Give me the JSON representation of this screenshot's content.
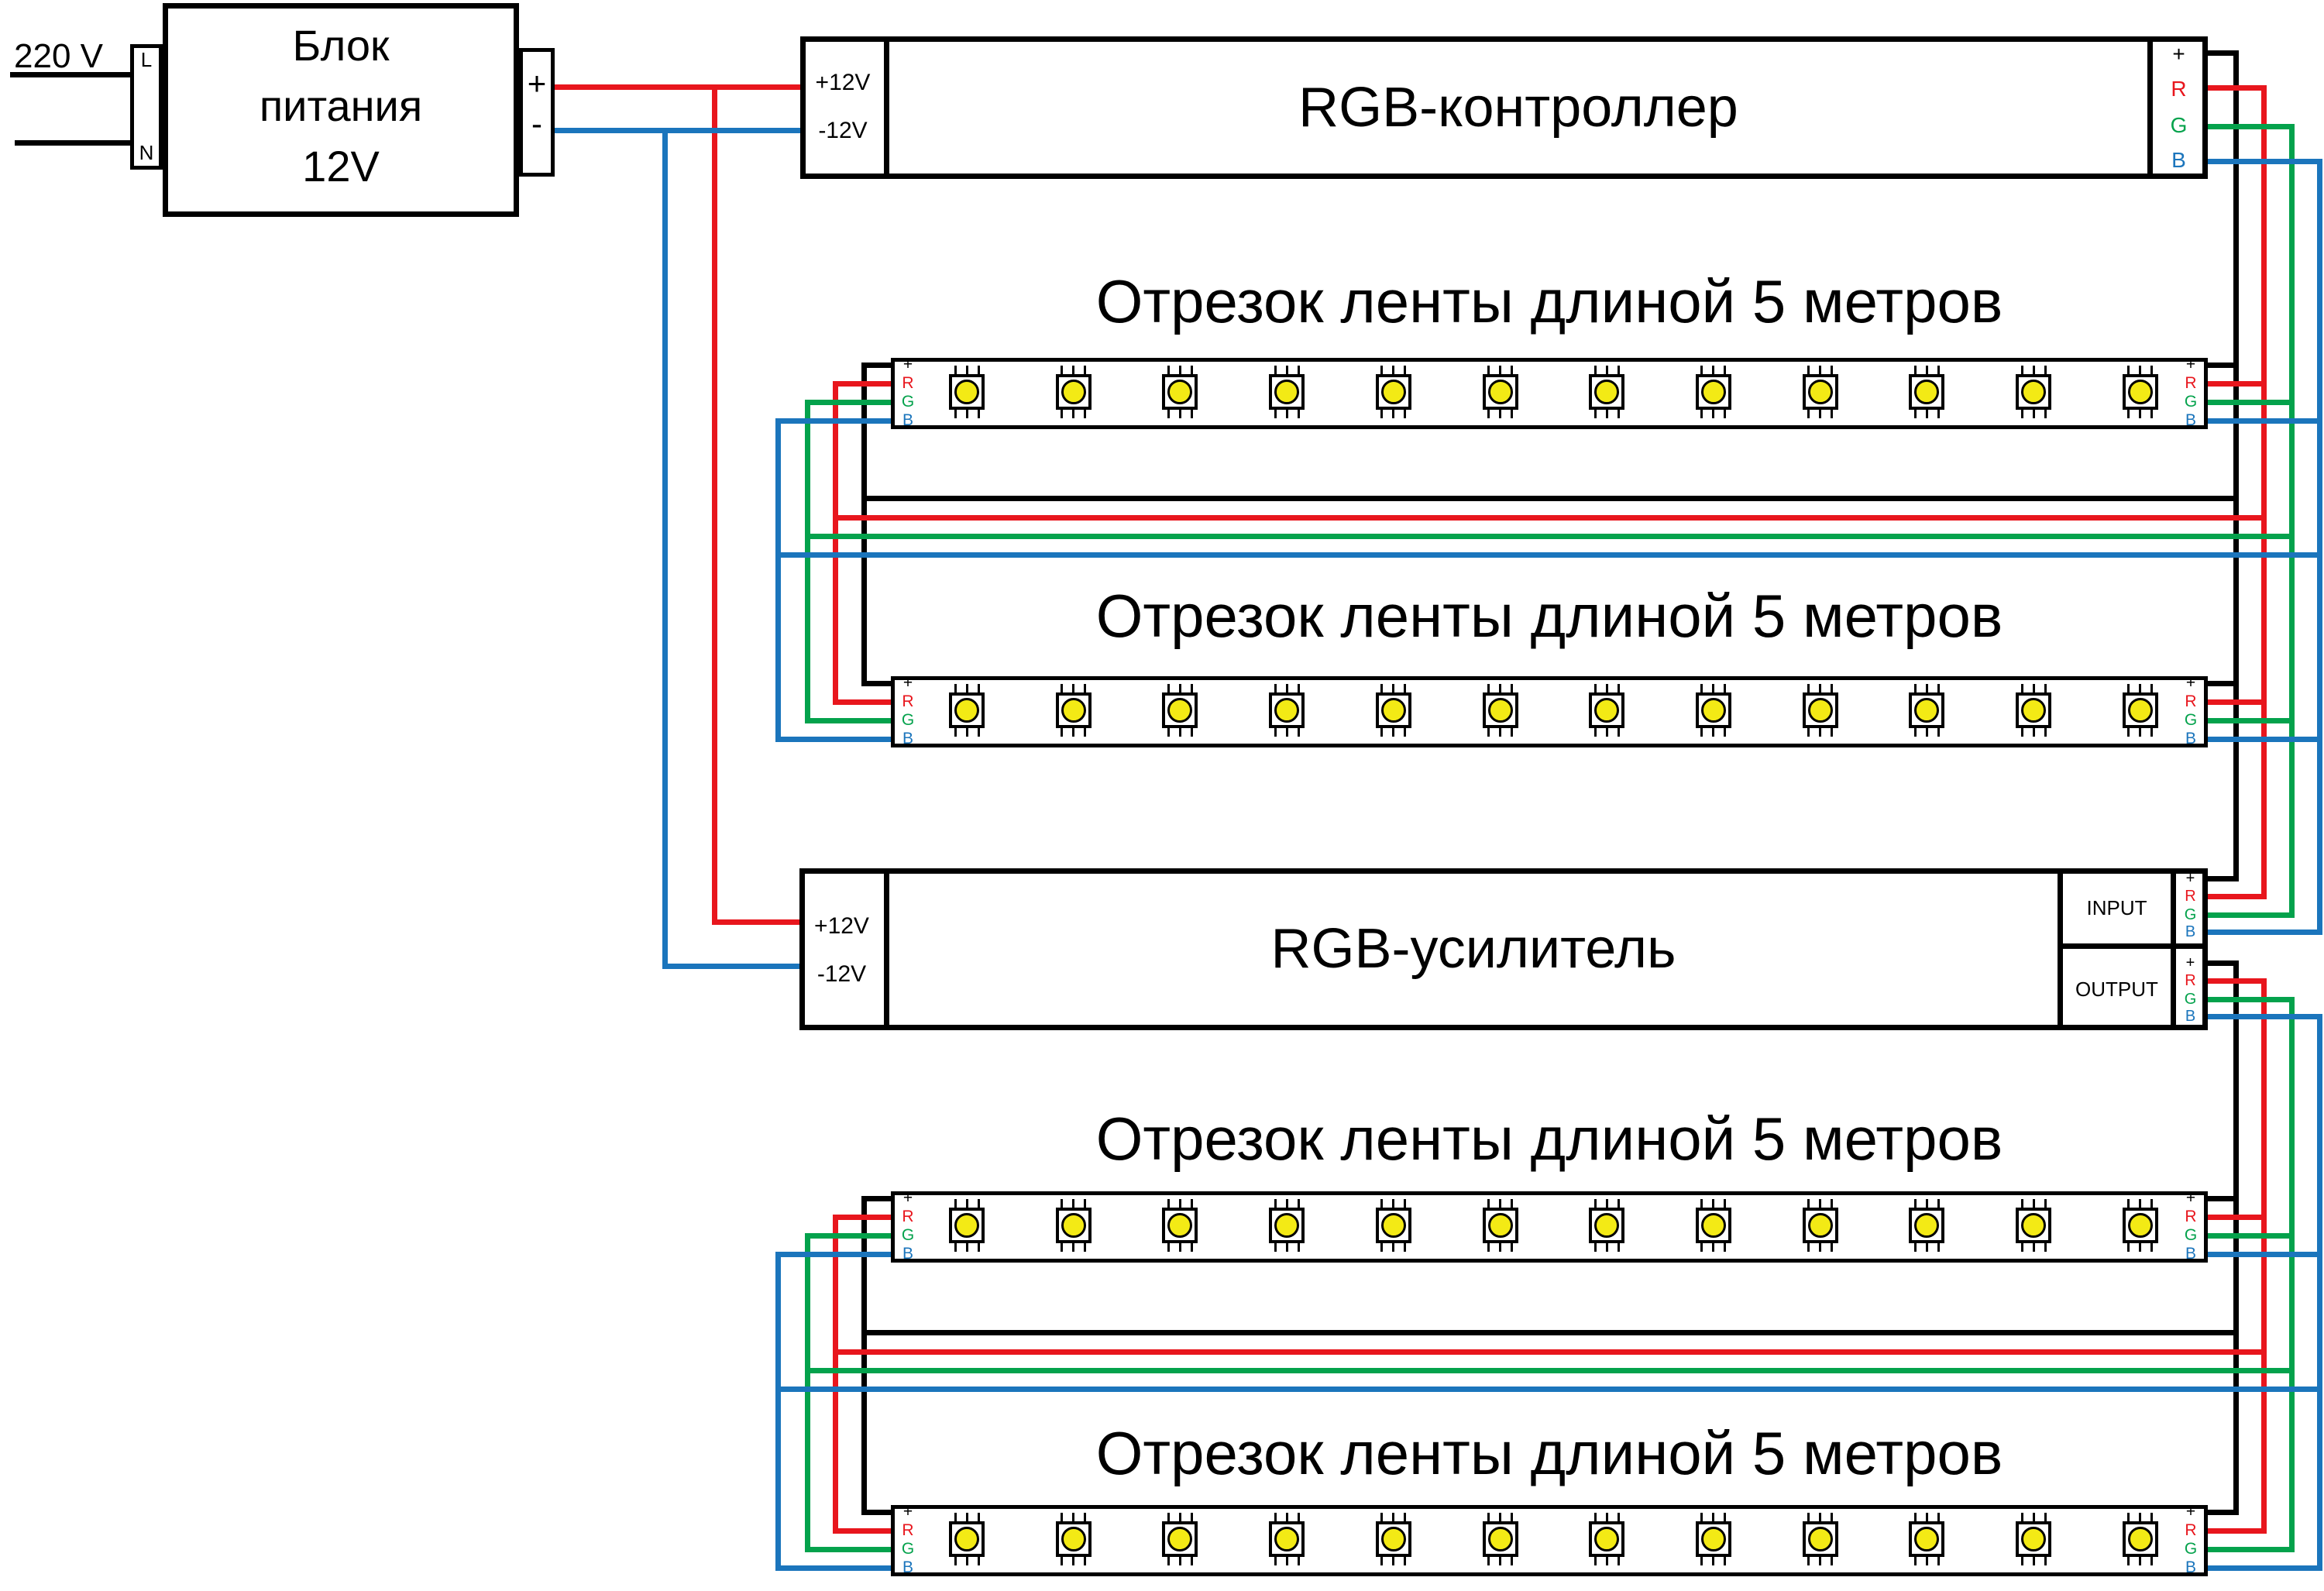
{
  "diagram": {
    "type": "rgb-led-strip-wiring-diagram",
    "mains_label": "220 V",
    "power_supply": {
      "line1": "Блок",
      "line2": "питания",
      "line3": "12V",
      "terminal_live": "L",
      "terminal_neutral": "N",
      "terminal_plus": "+",
      "terminal_minus": "-"
    },
    "controller": {
      "title": "RGB-контроллер",
      "input_plus": "+12V",
      "input_minus": "-12V"
    },
    "amplifier": {
      "title": "RGB-усилитель",
      "input_plus": "+12V",
      "input_minus": "-12V",
      "input_label": "INPUT",
      "output_label": "OUTPUT"
    },
    "terminal_set": [
      {
        "label": "+",
        "color_key": "black"
      },
      {
        "label": "R",
        "color_key": "red"
      },
      {
        "label": "G",
        "color_key": "green"
      },
      {
        "label": "B",
        "color_key": "blue"
      }
    ],
    "strips": [
      {
        "title": "Отрезок ленты длиной 5 метров",
        "led_count": 12
      },
      {
        "title": "Отрезок ленты длиной 5 метров",
        "led_count": 12
      },
      {
        "title": "Отрезок ленты длиной 5 метров",
        "led_count": 12
      },
      {
        "title": "Отрезок ленты длиной 5 метров",
        "led_count": 12
      }
    ],
    "colors": {
      "black": "#000000",
      "red": "#e8161d",
      "green": "#04a24c",
      "blue": "#1b75bc",
      "led_yellow": "#f3ea15",
      "background": "#ffffff"
    }
  }
}
